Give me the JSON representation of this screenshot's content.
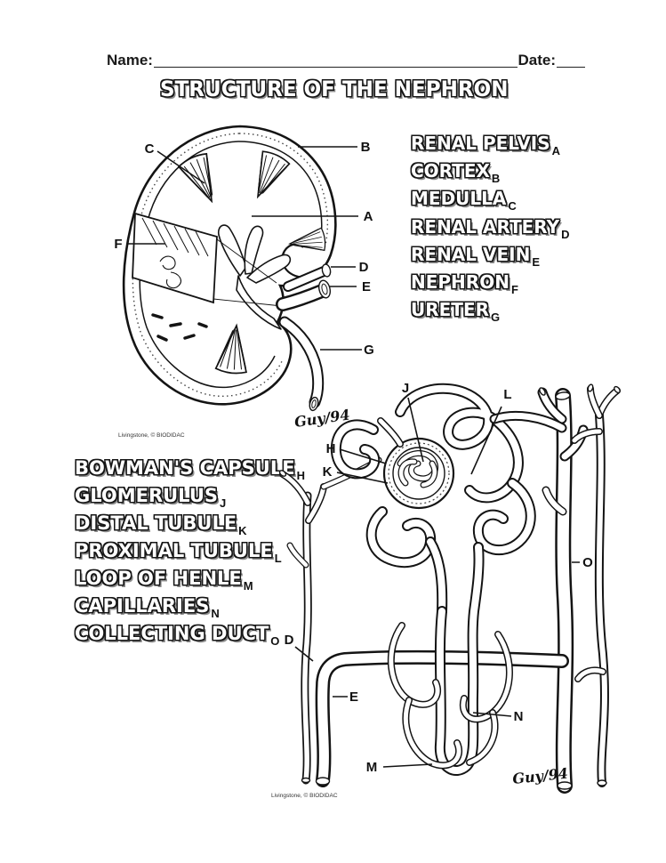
{
  "header": {
    "name_label": "Name:",
    "date_label": "Date:"
  },
  "title": "STRUCTURE OF THE NEPHRON",
  "kidney_diagram": {
    "callouts": [
      "C",
      "B",
      "A",
      "F",
      "D",
      "E",
      "G"
    ],
    "signature": "Guy/94",
    "credit": "Livingstone, © BIODIDAC"
  },
  "kidney_word_bank": {
    "items": [
      {
        "term": "RENAL PELVIS",
        "letter": "A"
      },
      {
        "term": "CORTEX",
        "letter": "B"
      },
      {
        "term": "MEDULLA",
        "letter": "C"
      },
      {
        "term": "RENAL ARTERY",
        "letter": "D"
      },
      {
        "term": "RENAL VEIN",
        "letter": "E"
      },
      {
        "term": "NEPHRON",
        "letter": "F"
      },
      {
        "term": "URETER",
        "letter": "G"
      }
    ]
  },
  "nephron_word_bank": {
    "items": [
      {
        "term": "BOWMAN'S CAPSULE",
        "letter": "H"
      },
      {
        "term": "GLOMERULUS",
        "letter": "J"
      },
      {
        "term": "DISTAL TUBULE",
        "letter": "K"
      },
      {
        "term": "PROXIMAL TUBULE",
        "letter": "L"
      },
      {
        "term": "LOOP OF HENLE",
        "letter": "M"
      },
      {
        "term": "CAPILLARIES",
        "letter": "N"
      },
      {
        "term": "COLLECTING DUCT",
        "letter": "O"
      }
    ]
  },
  "nephron_diagram": {
    "callouts": [
      "J",
      "L",
      "H",
      "K",
      "O",
      "D",
      "E",
      "N",
      "M"
    ],
    "signature": "Guy/94",
    "credit": "Livingstone, © BIODIDAC"
  }
}
